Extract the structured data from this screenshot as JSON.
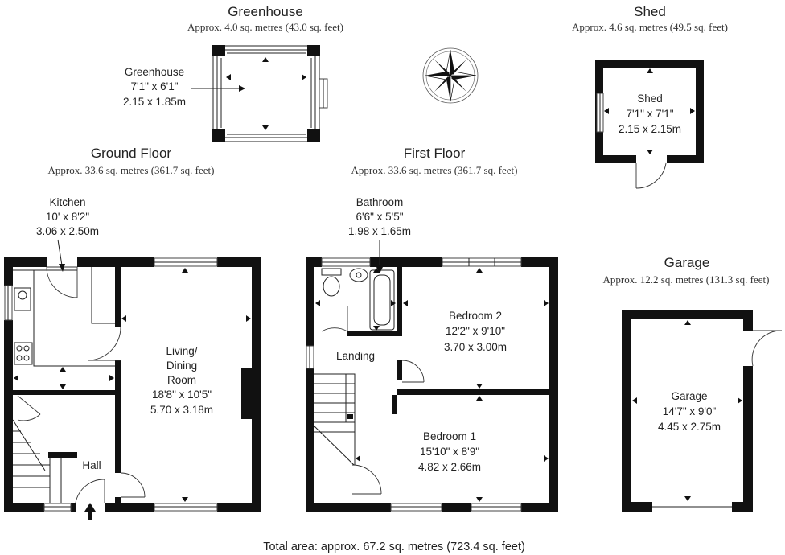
{
  "greenhouse": {
    "title": "Greenhouse",
    "area": "Approx. 4.0 sq. metres (43.0 sq. feet)",
    "rooms": [
      {
        "name": "Greenhouse",
        "imperial": "7'1\" x 6'1\"",
        "metric": "2.15 x 1.85m"
      }
    ]
  },
  "shed": {
    "title": "Shed",
    "area": "Approx. 4.6 sq. metres (49.5 sq. feet)",
    "rooms": [
      {
        "name": "Shed",
        "imperial": "7'1\" x 7'1\"",
        "metric": "2.15 x 2.15m"
      }
    ]
  },
  "ground_floor": {
    "title": "Ground Floor",
    "area": "Approx. 33.6 sq. metres (361.7 sq. feet)",
    "rooms": [
      {
        "name": "Kitchen",
        "imperial": "10' x 8'2\"",
        "metric": "3.06 x 2.50m"
      },
      {
        "name_lines": [
          "Living/",
          "Dining",
          "Room"
        ],
        "imperial": "18'8\" x 10'5\"",
        "metric": "5.70 x 3.18m"
      },
      {
        "name": "Hall"
      }
    ]
  },
  "first_floor": {
    "title": "First Floor",
    "area": "Approx. 33.6 sq. metres (361.7 sq. feet)",
    "rooms": [
      {
        "name": "Bathroom",
        "imperial": "6'6\" x 5'5\"",
        "metric": "1.98 x 1.65m"
      },
      {
        "name": "Bedroom 2",
        "imperial": "12'2\" x 9'10\"",
        "metric": "3.70 x 3.00m"
      },
      {
        "name": "Landing"
      },
      {
        "name": "Bedroom 1",
        "imperial": "15'10\" x 8'9\"",
        "metric": "4.82 x 2.66m"
      }
    ]
  },
  "garage": {
    "title": "Garage",
    "area": "Approx. 12.2 sq. metres (131.3 sq. feet)",
    "rooms": [
      {
        "name": "Garage",
        "imperial": "14'7\" x 9'0\"",
        "metric": "4.45 x 2.75m"
      }
    ]
  },
  "compass": {
    "icon": "compass-rose-icon"
  },
  "total": "Total area: approx. 67.2 sq. metres (723.4 sq. feet)"
}
